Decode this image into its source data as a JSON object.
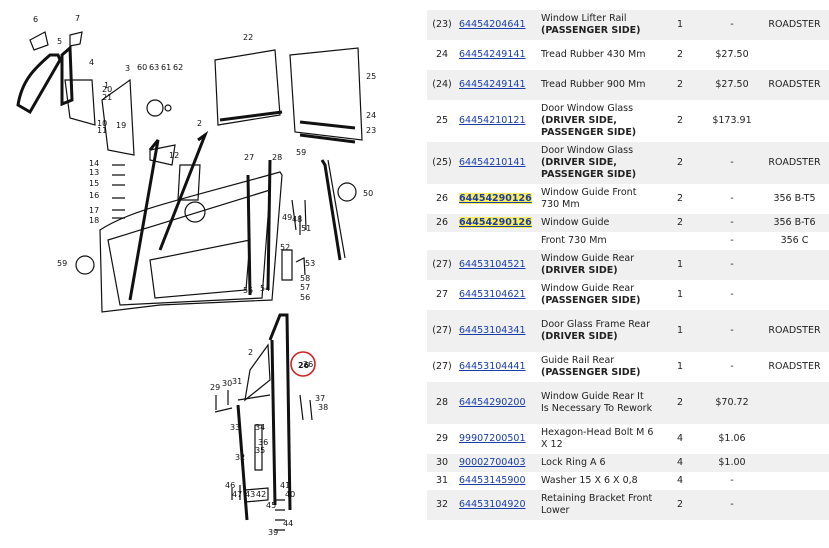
{
  "diagram": {
    "labels": [
      "6",
      "5",
      "7",
      "4",
      "1",
      "3",
      "60",
      "63",
      "61",
      "62",
      "20",
      "21",
      "10",
      "11",
      "12",
      "14",
      "13",
      "15",
      "16",
      "17",
      "18",
      "19",
      "22",
      "25",
      "24",
      "23",
      "2",
      "27",
      "28",
      "59",
      "59",
      "50",
      "49",
      "48",
      "51",
      "52",
      "53",
      "58",
      "57",
      "56",
      "55",
      "54",
      "2",
      "26",
      "29",
      "30",
      "31",
      "33",
      "34",
      "36",
      "35",
      "37",
      "38",
      "32",
      "45",
      "46",
      "47",
      "43",
      "42",
      "41",
      "40",
      "39",
      "44",
      "26"
    ],
    "callout_label": "26"
  },
  "rows": [
    {
      "ref": "(23)",
      "part": "64454204641",
      "desc": "Window Lifter Rail",
      "desc_bold": "(PASSENGER SIDE)",
      "qty": "1",
      "price": "-",
      "model": "ROADSTER",
      "size": "normal"
    },
    {
      "ref": "24",
      "part": "64454249141",
      "desc": "Tread Rubber 430 Mm",
      "desc_bold": "",
      "qty": "2",
      "price": "$27.50",
      "model": "",
      "size": "normal"
    },
    {
      "ref": "(24)",
      "part": "64454249141",
      "desc": "Tread Rubber 900 Mm",
      "desc_bold": "",
      "qty": "2",
      "price": "$27.50",
      "model": "ROADSTER",
      "size": "normal"
    },
    {
      "ref": "25",
      "part": "64454210121",
      "desc": "Door Window Glass",
      "desc_bold": "(DRIVER SIDE, PASSENGER SIDE)",
      "qty": "2",
      "price": "$173.91",
      "model": "",
      "size": "tall"
    },
    {
      "ref": "(25)",
      "part": "64454210141",
      "desc": "Door Window Glass",
      "desc_bold": "(DRIVER SIDE, PASSENGER SIDE)",
      "qty": "2",
      "price": "-",
      "model": "ROADSTER",
      "size": "tall"
    },
    {
      "ref": "26",
      "part": "64454290126",
      "desc": "Window Guide Front 730 Mm",
      "desc_bold": "",
      "qty": "2",
      "price": "-",
      "model": "356 B-T5",
      "size": "normal",
      "highlight": true
    },
    {
      "ref": "26",
      "part": "64454290126",
      "desc": "Window Guide",
      "desc_bold": "",
      "qty": "2",
      "price": "-",
      "model": "356 B-T6",
      "size": "short",
      "highlight": true
    },
    {
      "ref": "",
      "part": "",
      "desc": "Front 730 Mm",
      "desc_bold": "",
      "qty": "",
      "price": "-",
      "model": "356 C",
      "size": "short"
    },
    {
      "ref": "(27)",
      "part": "64453104521",
      "desc": "Window Guide Rear",
      "desc_bold": "(DRIVER SIDE)",
      "qty": "1",
      "price": "-",
      "model": "",
      "size": "normal"
    },
    {
      "ref": "27",
      "part": "64453104621",
      "desc": "Window Guide Rear",
      "desc_bold": "(PASSENGER SIDE)",
      "qty": "1",
      "price": "-",
      "model": "",
      "size": "normal"
    },
    {
      "ref": "(27)",
      "part": "64453104341",
      "desc": "Door Glass Frame Rear",
      "desc_bold": "(DRIVER SIDE)",
      "qty": "1",
      "price": "-",
      "model": "ROADSTER",
      "size": "tall"
    },
    {
      "ref": "(27)",
      "part": "64453104441",
      "desc": "Guide Rail Rear",
      "desc_bold": "(PASSENGER SIDE)",
      "qty": "1",
      "price": "-",
      "model": "ROADSTER",
      "size": "normal"
    },
    {
      "ref": "28",
      "part": "64454290200",
      "desc": "Window Guide Rear It Is Necessary To Rework",
      "desc_bold": "",
      "qty": "2",
      "price": "$70.72",
      "model": "",
      "size": "tall"
    },
    {
      "ref": "29",
      "part": "99907200501",
      "desc": "Hexagon-Head Bolt M 6 X 12",
      "desc_bold": "",
      "qty": "4",
      "price": "$1.06",
      "model": "",
      "size": "normal"
    },
    {
      "ref": "30",
      "part": "90002700403",
      "desc": "Lock Ring A 6",
      "desc_bold": "",
      "qty": "4",
      "price": "$1.00",
      "model": "",
      "size": "short"
    },
    {
      "ref": "31",
      "part": "64453145900",
      "desc": "Washer 15 X 6 X 0,8",
      "desc_bold": "",
      "qty": "4",
      "price": "-",
      "model": "",
      "size": "short"
    },
    {
      "ref": "32",
      "part": "64453104920",
      "desc": "Retaining Bracket Front Lower",
      "desc_bold": "",
      "qty": "2",
      "price": "-",
      "model": "",
      "size": "normal"
    }
  ]
}
